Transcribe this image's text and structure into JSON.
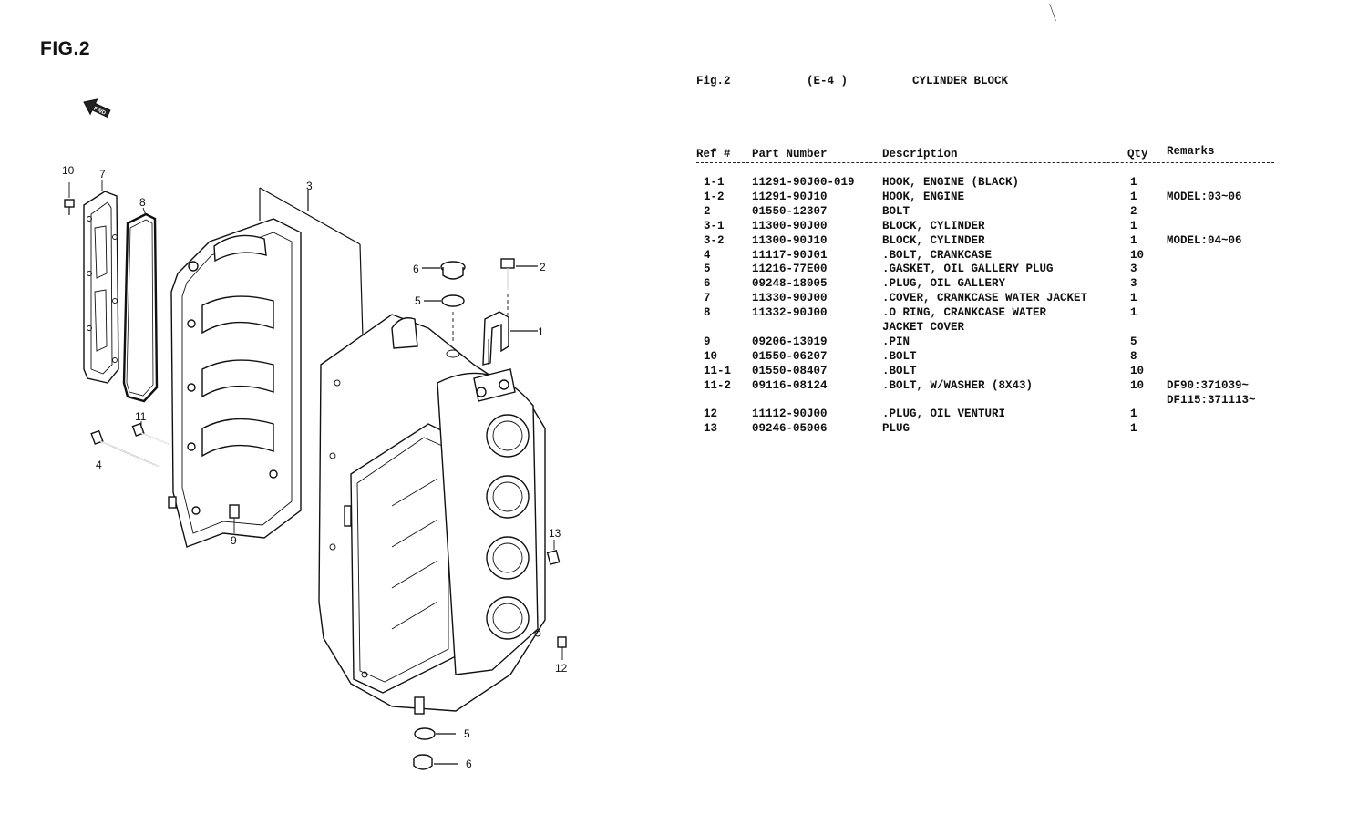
{
  "figure_label": "FIG.2",
  "fwd_label": "FWD",
  "header": {
    "fig": "Fig.2",
    "code": "(E-4   )",
    "title": "CYLINDER BLOCK"
  },
  "columns": {
    "ref": "Ref #",
    "part": "Part Number",
    "desc": "Description",
    "qty": "Qty",
    "remarks": "Remarks"
  },
  "rows": [
    {
      "ref": "1-1",
      "part": "11291-90J00-019",
      "desc": "HOOK, ENGINE (BLACK)",
      "qty": "1",
      "remarks": ""
    },
    {
      "ref": "1-2",
      "part": "11291-90J10",
      "desc": "HOOK, ENGINE",
      "qty": "1",
      "remarks": "MODEL:03~06"
    },
    {
      "ref": "2",
      "part": "01550-12307",
      "desc": "BOLT",
      "qty": "2",
      "remarks": ""
    },
    {
      "ref": "3-1",
      "part": "11300-90J00",
      "desc": "BLOCK, CYLINDER",
      "qty": "1",
      "remarks": ""
    },
    {
      "ref": "3-2",
      "part": "11300-90J10",
      "desc": "BLOCK, CYLINDER",
      "qty": "1",
      "remarks": "MODEL:04~06"
    },
    {
      "ref": "4",
      "part": "11117-90J01",
      "desc": ".BOLT, CRANKCASE",
      "qty": "10",
      "remarks": ""
    },
    {
      "ref": "5",
      "part": "11216-77E00",
      "desc": ".GASKET, OIL GALLERY PLUG",
      "qty": "3",
      "remarks": ""
    },
    {
      "ref": "6",
      "part": "09248-18005",
      "desc": ".PLUG, OIL GALLERY",
      "qty": "3",
      "remarks": ""
    },
    {
      "ref": "7",
      "part": "11330-90J00",
      "desc": ".COVER, CRANKCASE WATER JACKET",
      "qty": "1",
      "remarks": ""
    },
    {
      "ref": "8",
      "part": "11332-90J00",
      "desc": ".O RING, CRANKCASE WATER",
      "qty": "1",
      "remarks": ""
    },
    {
      "ref": "",
      "part": "",
      "desc": "JACKET COVER",
      "qty": "",
      "remarks": ""
    },
    {
      "ref": "9",
      "part": "09206-13019",
      "desc": ".PIN",
      "qty": "5",
      "remarks": ""
    },
    {
      "ref": "10",
      "part": "01550-06207",
      "desc": ".BOLT",
      "qty": "8",
      "remarks": ""
    },
    {
      "ref": "11-1",
      "part": "01550-08407",
      "desc": ".BOLT",
      "qty": "10",
      "remarks": ""
    },
    {
      "ref": "11-2",
      "part": "09116-08124",
      "desc": ".BOLT, W/WASHER (8X43)",
      "qty": "10",
      "remarks": "DF90:371039~"
    },
    {
      "ref": "",
      "part": "",
      "desc": "",
      "qty": "",
      "remarks": "DF115:371113~"
    },
    {
      "ref": "12",
      "part": "11112-90J00",
      "desc": ".PLUG, OIL VENTURI",
      "qty": "1",
      "remarks": ""
    },
    {
      "ref": "13",
      "part": "09246-05006",
      "desc": "PLUG",
      "qty": "1",
      "remarks": ""
    }
  ],
  "callouts": {
    "c1": "1",
    "c2": "2",
    "c3": "3",
    "c4": "4",
    "c5a": "5",
    "c5b": "5",
    "c6a": "6",
    "c6b": "6",
    "c7": "7",
    "c8": "8",
    "c9": "9",
    "c10": "10",
    "c11": "11",
    "c12": "12",
    "c13": "13"
  }
}
